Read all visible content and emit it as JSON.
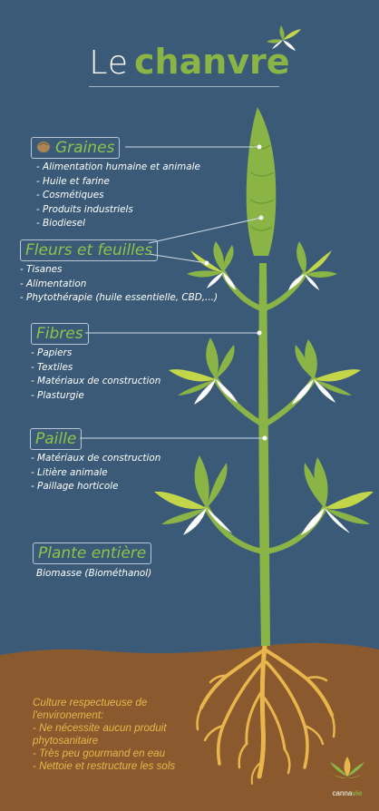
{
  "title": {
    "le": "Le",
    "chanvre": "chanvre"
  },
  "sections": {
    "graines": {
      "label": "Graines",
      "items": [
        "- Alimentation humaine et animale",
        "- Huile et farine",
        "- Cosmétiques",
        "- Produits industriels",
        "- Biodiesel"
      ]
    },
    "fleurs": {
      "label": "Fleurs et feuilles",
      "items": [
        "- Tisanes",
        "- Alimentation",
        "- Phytothérapie (huile essentielle, CBD,...)"
      ]
    },
    "fibres": {
      "label": "Fibres",
      "items": [
        "- Papiers",
        "- Textiles",
        "- Matériaux de construction",
        "- Plasturgie"
      ]
    },
    "paille": {
      "label": "Paille",
      "items": [
        "- Matériaux de construction",
        "- Litière animale",
        "- Paillage horticole"
      ]
    },
    "plante": {
      "label": "Plante entière",
      "text": "Biomasse (Biométhanol)"
    }
  },
  "bottom": [
    "Culture respectueuse de",
    "l'environement:",
    "- Ne nécessite aucun produit",
    "phytosanitaire",
    "- Très peu gourmand en eau",
    "- Nettoie et restructure les sols"
  ],
  "brand": {
    "part1": "canna",
    "part2": "vie"
  },
  "colors": {
    "background": "#3a5a78",
    "soil": "#8a5a2e",
    "green": "#8ab446",
    "light_green": "#c3d64a",
    "roots": "#e8b64c"
  }
}
